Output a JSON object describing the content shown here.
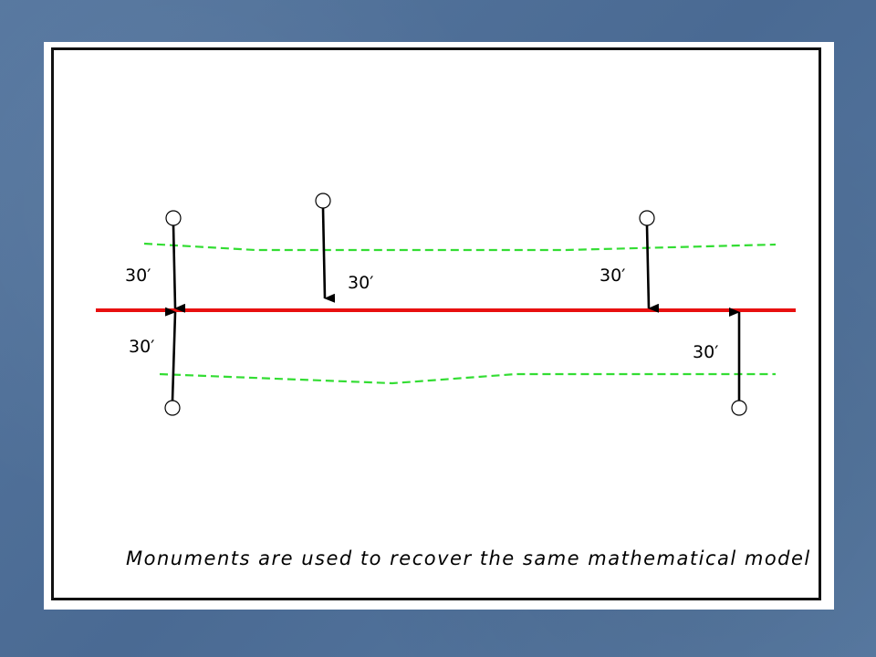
{
  "colors": {
    "centerline": "#e81010",
    "right_of_way": "#33dd33",
    "arrow": "#000000",
    "background": "#4d6d96"
  },
  "labels": {
    "dim_1": "30′",
    "dim_2": "30′",
    "dim_3": "30′",
    "dim_4": "30′",
    "dim_5": "30′"
  },
  "caption": "Monuments are used to recover the same mathematical model"
}
